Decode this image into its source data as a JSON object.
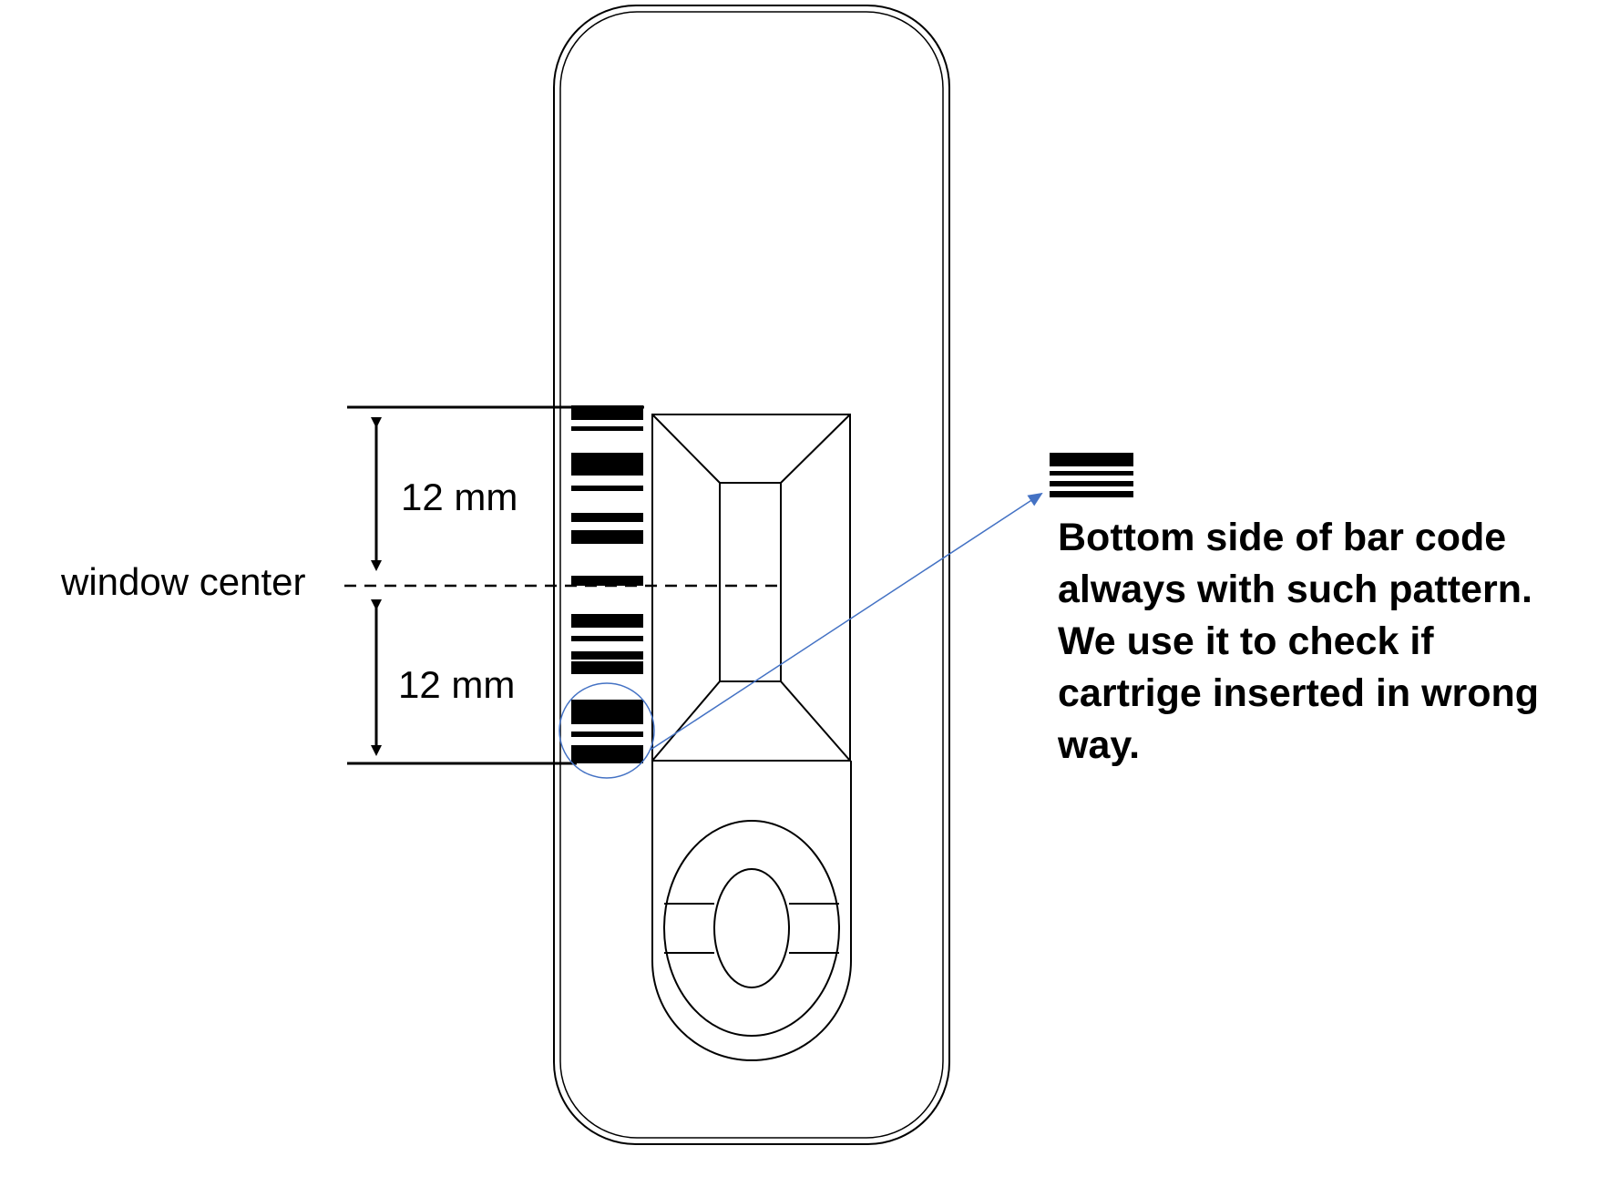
{
  "labels": {
    "top_distance": "12 mm",
    "bottom_distance": "12 mm",
    "window_center": "window center"
  },
  "note": {
    "lines": [
      "Bottom side of bar code",
      "always with such pattern.",
      "We use it to check if",
      "cartrige inserted in wrong",
      "way."
    ]
  },
  "colors": {
    "ink": "#000000",
    "annotation": "#4472c4"
  }
}
